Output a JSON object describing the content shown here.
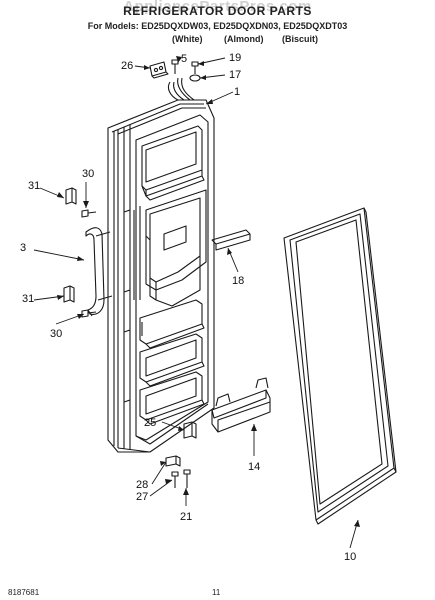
{
  "watermark": "AppliancePartsPros.com",
  "header": {
    "title": "REFRIGERATOR DOOR PARTS",
    "models": "For Models: ED25DQXDW03, ED25DQXDN03, ED25DQXDT03",
    "colors": [
      "(White)",
      "(Almond)",
      "(Biscuit)"
    ]
  },
  "callouts": {
    "p1": "1",
    "p3": "3",
    "p5": "5",
    "p10": "10",
    "p14": "14",
    "p17": "17",
    "p18": "18",
    "p19": "19",
    "p21": "21",
    "p25": "25",
    "p26": "26",
    "p27": "27",
    "p28": "28",
    "p30a": "30",
    "p30b": "30",
    "p31a": "31",
    "p31b": "31"
  },
  "footer": {
    "doc_number": "8187681",
    "page_number": "11"
  }
}
